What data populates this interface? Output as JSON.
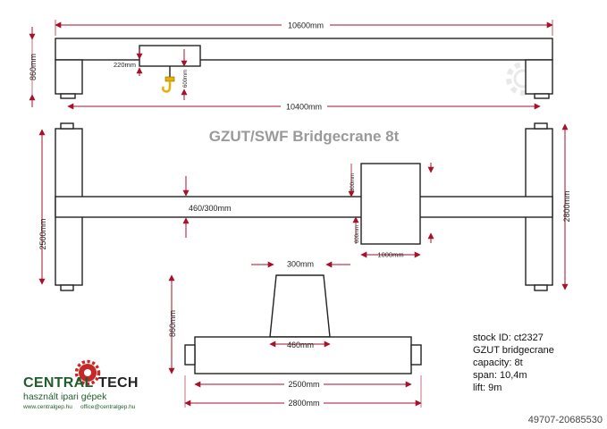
{
  "title": "GZUT/SWF Bridgecrane 8t",
  "dimensions": {
    "top_length": "10600mm",
    "top_height": "860mm",
    "trolley_offset": "220mm",
    "hook_drop": "600mm",
    "rail_span": "10400mm",
    "girder_section": "460/300mm",
    "end_carriage_length": "2500mm",
    "overall_width": "2800mm",
    "trolley_upper": "800mm",
    "trolley_lower": "600mm",
    "trolley_width": "1000mm",
    "section_top": "300mm",
    "section_height": "860mm",
    "section_bottom": "460mm",
    "carriage_length": "2500mm",
    "carriage_overall": "2800mm"
  },
  "info": {
    "stock_id": "stock ID: ct2327",
    "type": "GZUT bridgecrane",
    "capacity": "capacity: 8t",
    "span": "span: 10,4m",
    "lift": "lift: 9m"
  },
  "brand": {
    "name_a": "CENTRAL",
    "name_b": "TECH",
    "tagline": "használt ipari gépek",
    "web": "www.centralgep.hu",
    "email": "office@centralgep.hu"
  },
  "listing_code": "49707-20685530",
  "colors": {
    "dimension_arrow": "#a5122a",
    "outline": "#222222",
    "hook": "#e6b000",
    "brand_green": "#1f5e2c",
    "gear_red": "#c62828",
    "title_gray": "#9a9a9a"
  }
}
